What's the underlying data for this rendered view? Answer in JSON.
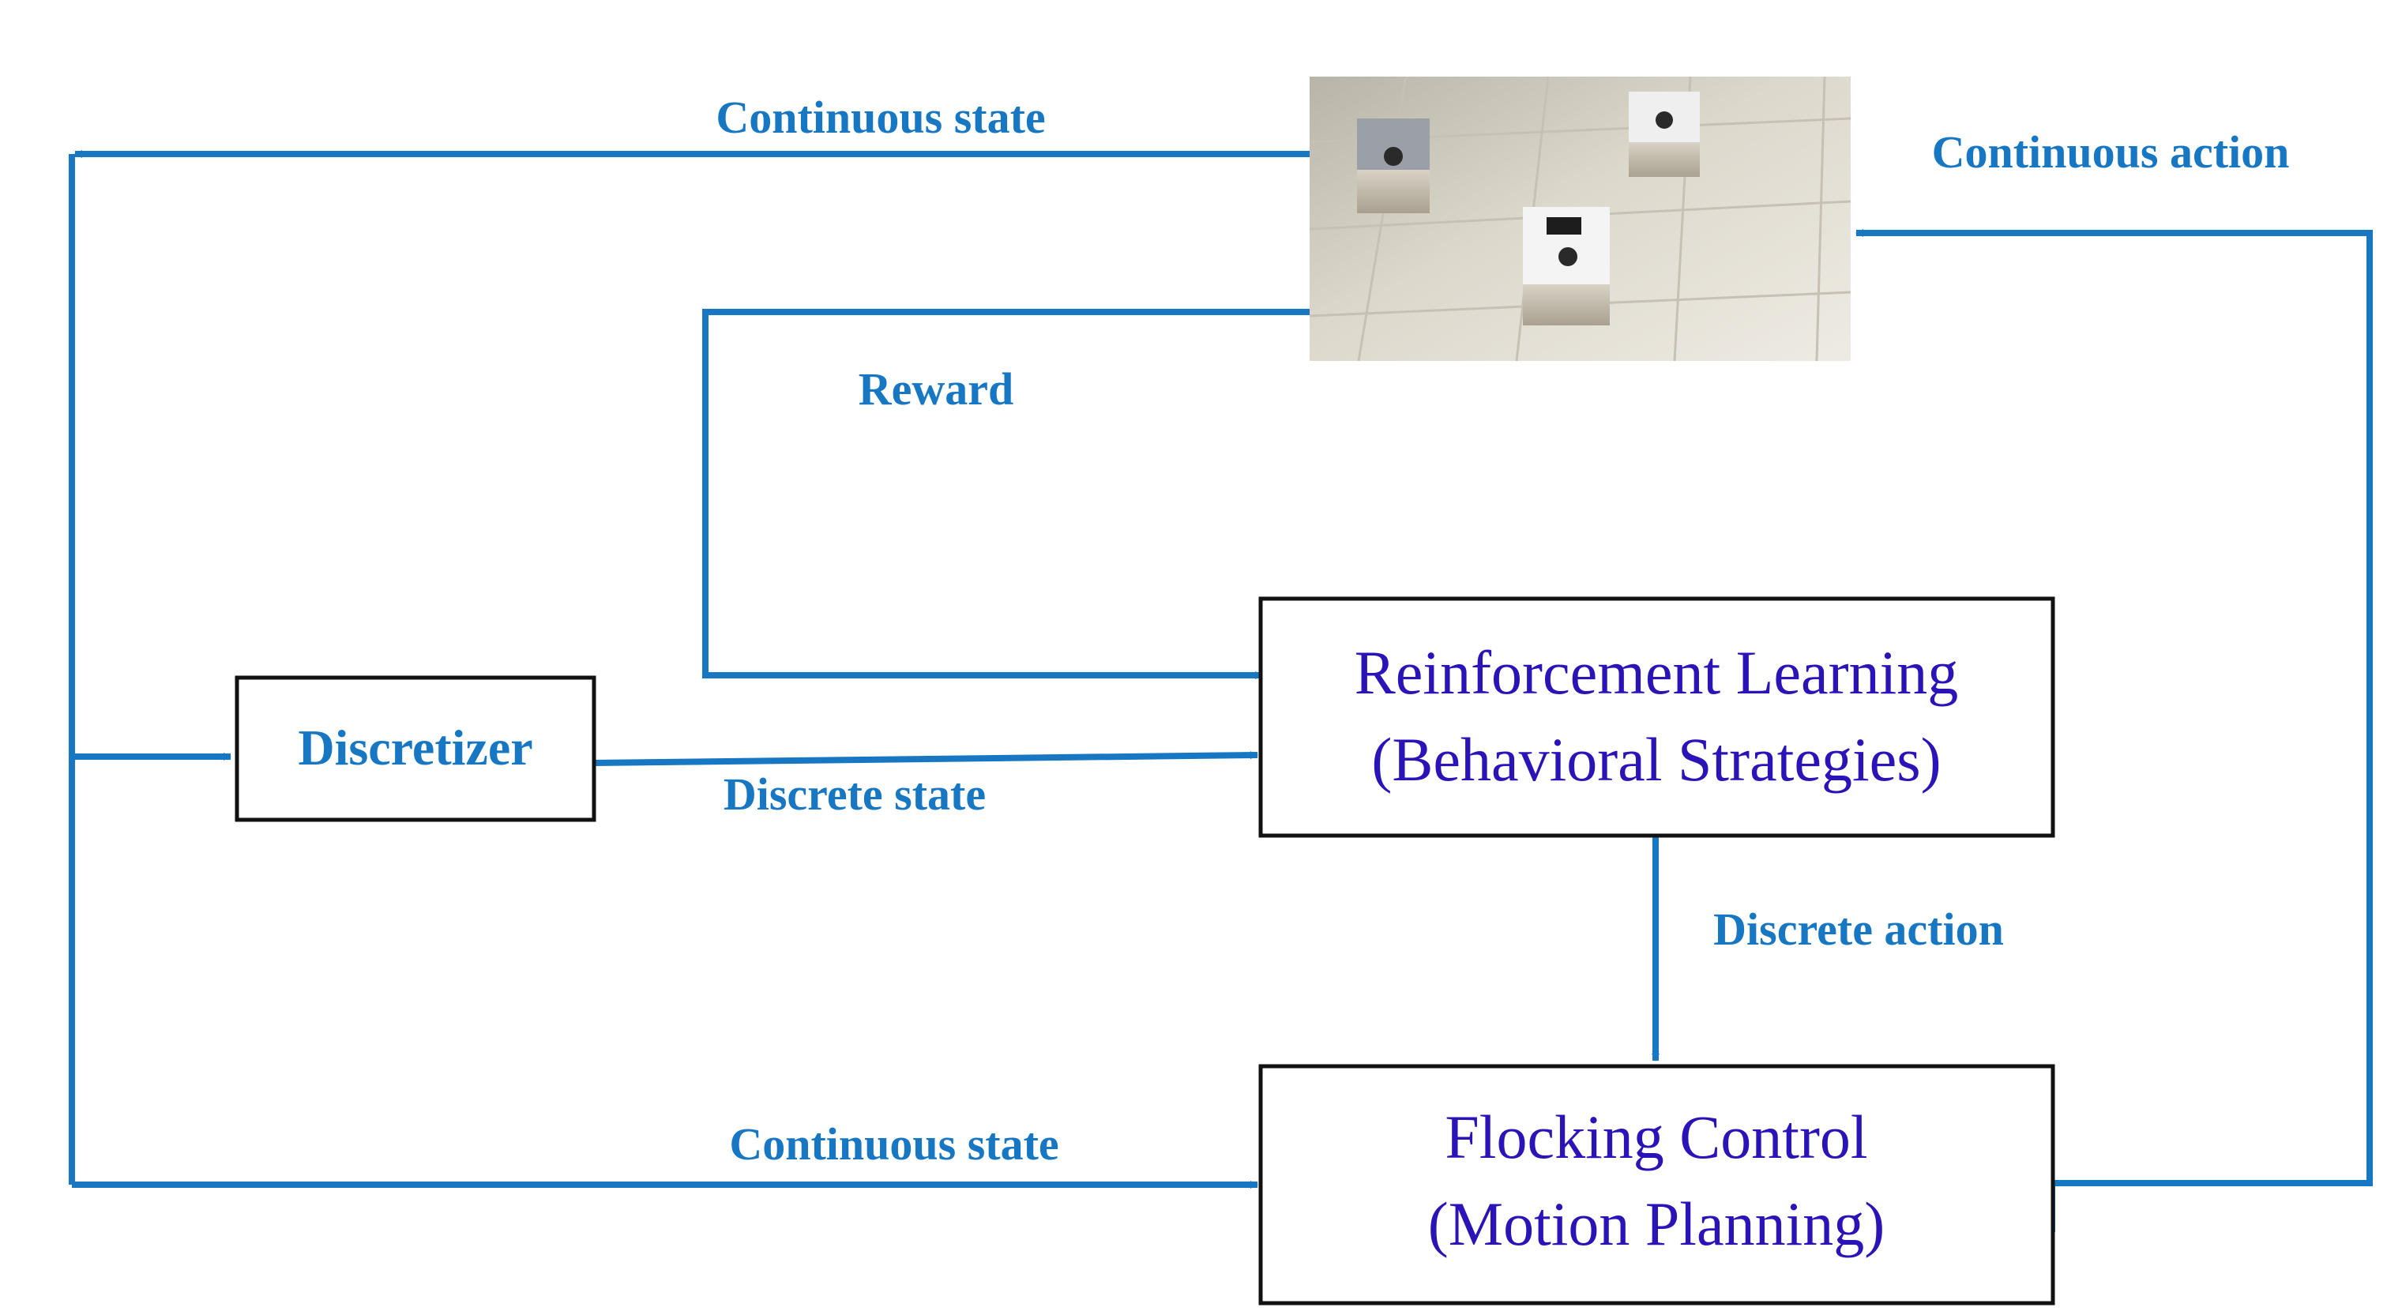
{
  "nodes": {
    "discretizer": {
      "label": "Discretizer"
    },
    "reinforcement_learning": {
      "line1": "Reinforcement Learning",
      "line2": "(Behavioral Strategies)"
    },
    "flocking_control": {
      "line1": "Flocking Control",
      "line2": "(Motion Planning)"
    }
  },
  "edges": {
    "continuous_state_top": "Continuous state",
    "continuous_action": "Continuous action",
    "reward": "Reward",
    "discrete_state": "Discrete state",
    "discrete_action": "Discrete action",
    "continuous_state_bottom": "Continuous state"
  },
  "colors": {
    "flow": "#1877c2",
    "edge_text": "#1877c2",
    "box_text": "#2a14b8",
    "box_border": "#111111"
  }
}
